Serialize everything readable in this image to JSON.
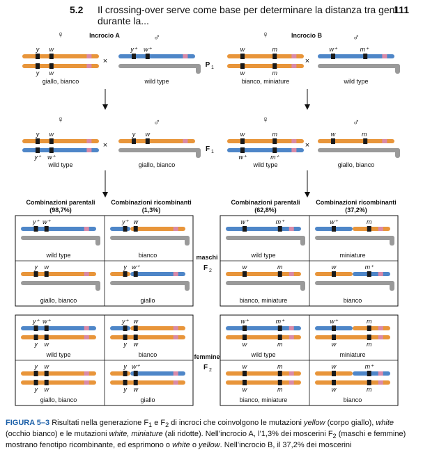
{
  "header": {
    "section": "5.2",
    "title": "Il crossing-over serve come base per determinare la distanza tra geni durante la...",
    "page": "111"
  },
  "cross_a": {
    "title": "Incrocio A",
    "p1_female": "giallo, bianco",
    "p1_male": "wild type",
    "f1_female": "wild type",
    "f1_male": "giallo, bianco",
    "col_par": "Combinazioni parentali (98,7%)",
    "col_rec": "Combinazioni ricombinanti (1,3%)",
    "m_par_wt": "wild type",
    "m_par_mut": "giallo, bianco",
    "m_rec_1": "bianco",
    "m_rec_2": "giallo",
    "f_par_wt": "wild type",
    "f_par_mut": "giallo, bianco",
    "f_rec_1": "bianco",
    "f_rec_2": "giallo"
  },
  "cross_b": {
    "title": "Incrocio B",
    "p1_female": "bianco, miniature",
    "p1_male": "wild type",
    "f1_female": "wild type",
    "f1_male": "giallo, bianco",
    "col_par": "Combinazioni parentali (62,8%)",
    "col_rec": "Combinazioni ricombinanti (37,2%)",
    "m_par_wt": "wild type",
    "m_par_mut": "bianco, miniature",
    "m_rec_1": "miniature",
    "m_rec_2": "bianco",
    "f_par_wt": "wild type",
    "f_par_mut": "bianco, miniature",
    "f_rec_1": "miniature",
    "f_rec_2": "bianco"
  },
  "labels": {
    "p1": "P",
    "p1_sub": "1",
    "f1": "F",
    "f1_sub": "1",
    "maschi": "maschi",
    "femmine": "femmine",
    "f2": "F",
    "f2_sub": "2",
    "female_symbol": "♀",
    "male_symbol": "♂",
    "cross_symbol": "×",
    "y": "y",
    "w": "w",
    "m": "m",
    "yp": "y⁺",
    "wp": "w⁺",
    "mp": "m⁺"
  },
  "caption": {
    "label": "FIGURA 5–3",
    "text_1": "Risultati nella generazione F",
    "text_2": " e F",
    "text_3": " di incroci che coinvolgono le mutazioni ",
    "yellow": "yellow",
    "text_4": " (corpo giallo), ",
    "white": "white",
    "text_5": " (occhio bianco) e le mutazioni ",
    "white2": "white, miniature",
    "text_6": " (ali ridotte). Nell’incrocio A, l’1,3% dei moscerini F",
    "text_7": " (maschi e femmine) mostrano fenotipo ricombinante, ed esprimono o ",
    "white3": "white",
    "text_8": " o ",
    "yellow2": "yellow",
    "text_9": ". Nell’incrocio B, il 37,2% dei moscerini"
  },
  "colors": {
    "orange": "#e8953a",
    "blue": "#4e86c8",
    "gray": "#9a9a9a",
    "pink": "#d98aa8",
    "band": "#1a1a1a"
  }
}
